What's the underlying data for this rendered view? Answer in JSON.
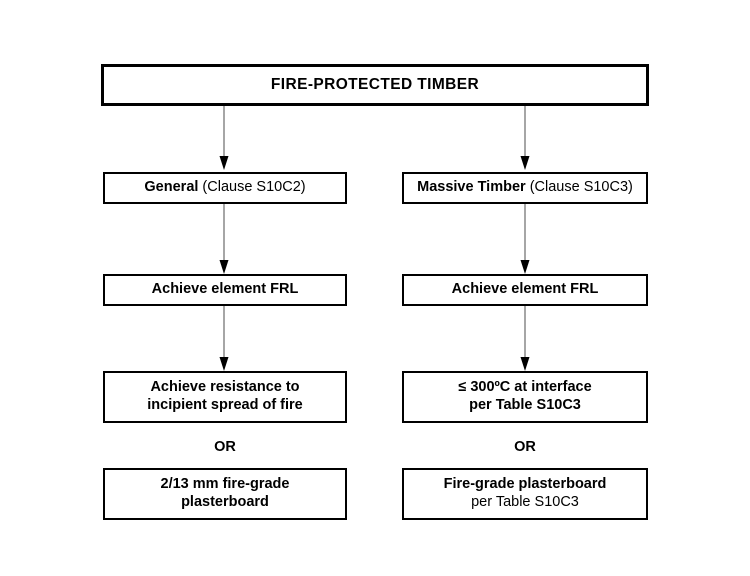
{
  "diagram": {
    "title": "FIRE-PROTECTED TIMBER",
    "type": "flowchart",
    "background_color": "#ffffff",
    "line_color": "#808080",
    "border_color": "#000000",
    "text_color": "#000000",
    "root": {
      "label": "FIRE-PROTECTED TIMBER"
    },
    "branches": [
      {
        "id": "general",
        "pathway_lead": "General",
        "pathway_rest": " (Clause S10C2)",
        "step_frl": "Achieve element FRL",
        "criteria_line1": "Achieve resistance  to",
        "criteria_line2": "incipient spread of fire",
        "or_label": "OR",
        "alternative_lead": "2/13 mm fire-grade",
        "alternative_sub": "plasterboard"
      },
      {
        "id": "massive-timber",
        "pathway_lead": "Massive Timber",
        "pathway_rest": " (Clause S10C3)",
        "step_frl": "Achieve element FRL",
        "criteria_line1": "≤ 300ºC at interface",
        "criteria_line2": "per Table S10C3",
        "or_label": "OR",
        "alternative_lead": "Fire-grade plasterboard",
        "alternative_sub": "per Table S10C3"
      }
    ]
  }
}
